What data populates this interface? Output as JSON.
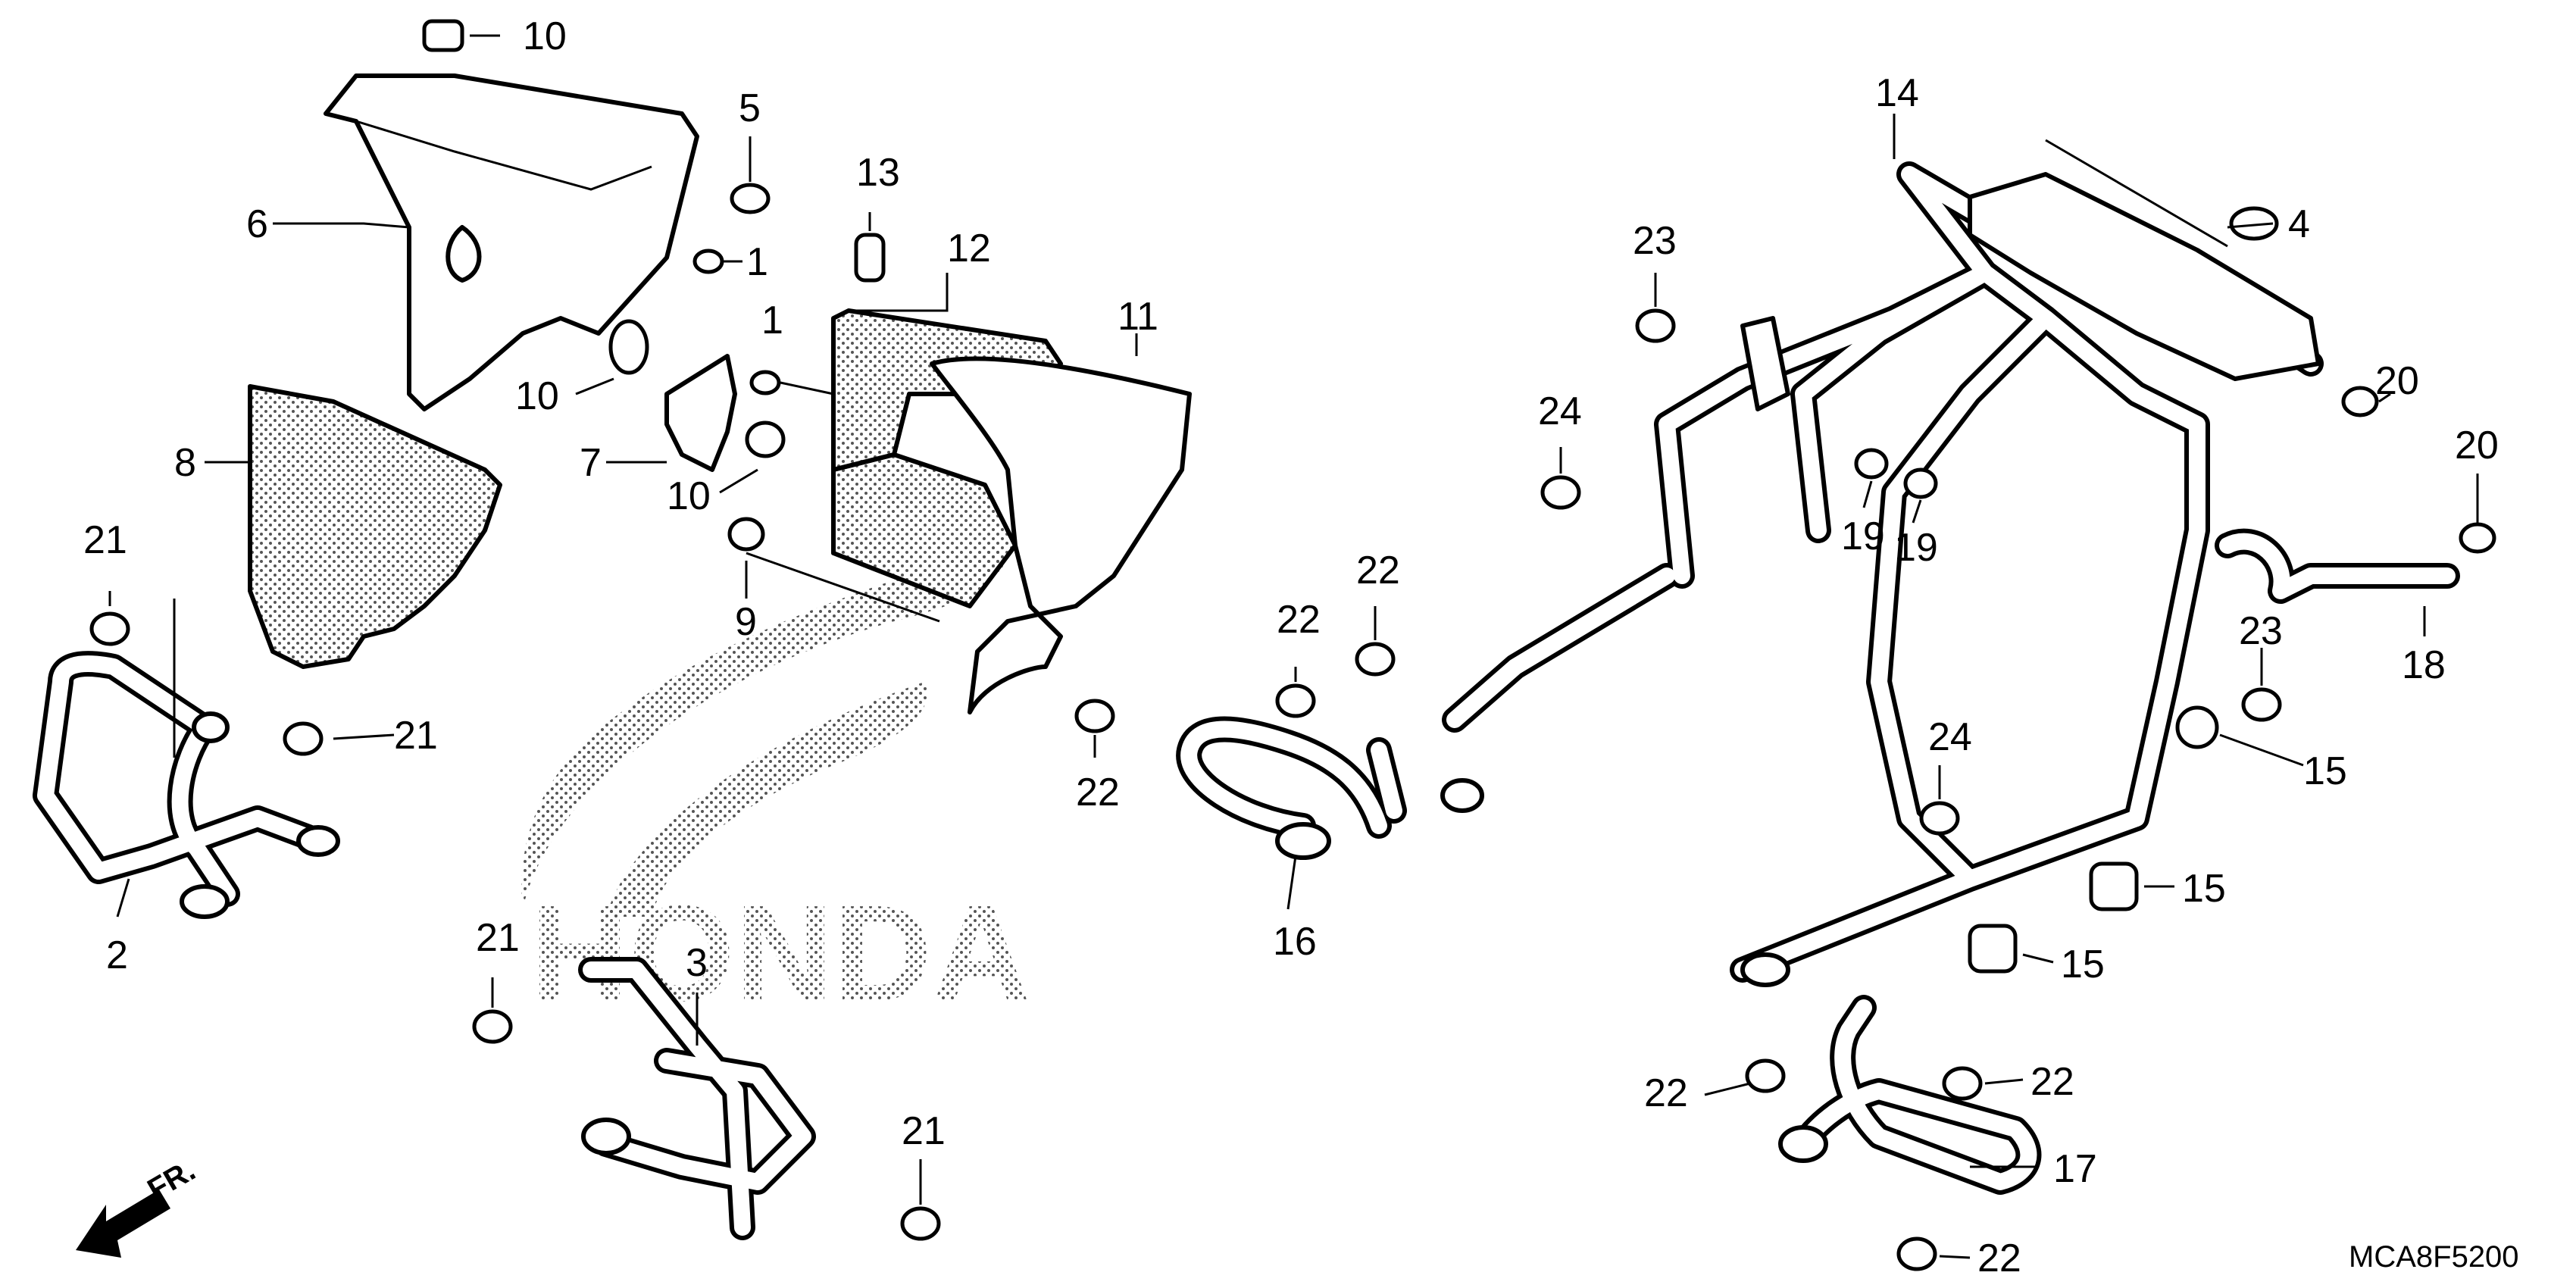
{
  "diagram_code": "MCA8F5200",
  "direction_label": "FR.",
  "watermark": "HONDA",
  "callouts": [
    {
      "id": "c10a",
      "text": "10"
    },
    {
      "id": "c6",
      "text": "6"
    },
    {
      "id": "c5",
      "text": "5"
    },
    {
      "id": "c1a",
      "text": "1"
    },
    {
      "id": "c1b",
      "text": "1"
    },
    {
      "id": "c13",
      "text": "13"
    },
    {
      "id": "c12",
      "text": "12"
    },
    {
      "id": "c11",
      "text": "11"
    },
    {
      "id": "c10b",
      "text": "10"
    },
    {
      "id": "c7",
      "text": "7"
    },
    {
      "id": "c10c",
      "text": "10"
    },
    {
      "id": "c8",
      "text": "8"
    },
    {
      "id": "c9",
      "text": "9"
    },
    {
      "id": "c21a",
      "text": "21"
    },
    {
      "id": "c21b",
      "text": "21"
    },
    {
      "id": "c2",
      "text": "2"
    },
    {
      "id": "c21c",
      "text": "21"
    },
    {
      "id": "c3",
      "text": "3"
    },
    {
      "id": "c21d",
      "text": "21"
    },
    {
      "id": "c22a",
      "text": "22"
    },
    {
      "id": "c22b",
      "text": "22"
    },
    {
      "id": "c22c",
      "text": "22"
    },
    {
      "id": "c16",
      "text": "16"
    },
    {
      "id": "c14",
      "text": "14"
    },
    {
      "id": "c4",
      "text": "4"
    },
    {
      "id": "c23a",
      "text": "23"
    },
    {
      "id": "c24a",
      "text": "24"
    },
    {
      "id": "c19a",
      "text": "19"
    },
    {
      "id": "c19b",
      "text": "19"
    },
    {
      "id": "c20a",
      "text": "20"
    },
    {
      "id": "c20b",
      "text": "20"
    },
    {
      "id": "c18",
      "text": "18"
    },
    {
      "id": "c23b",
      "text": "23"
    },
    {
      "id": "c24b",
      "text": "24"
    },
    {
      "id": "c15a",
      "text": "15"
    },
    {
      "id": "c15b",
      "text": "15"
    },
    {
      "id": "c15c",
      "text": "15"
    },
    {
      "id": "c22d",
      "text": "22"
    },
    {
      "id": "c22e",
      "text": "22"
    },
    {
      "id": "c17",
      "text": "17"
    },
    {
      "id": "c22f",
      "text": "22"
    }
  ]
}
